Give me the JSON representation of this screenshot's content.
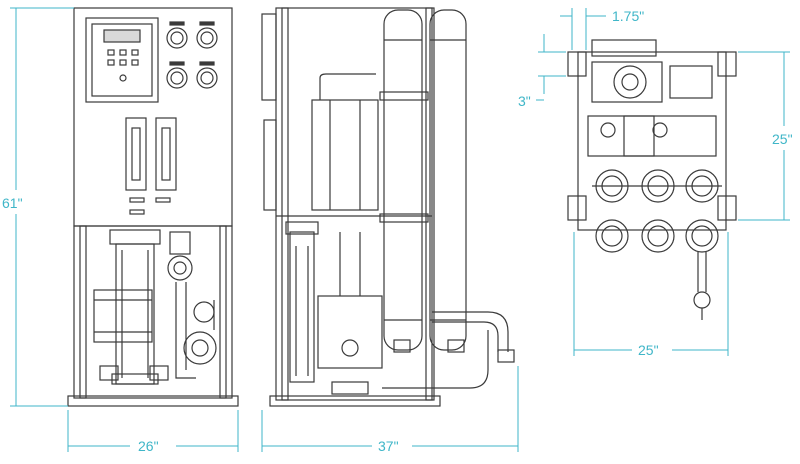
{
  "drawing": {
    "line_color": "#3a3a3a",
    "dimension_color": "#3fb6c8"
  },
  "views": {
    "front": {
      "height_label": "61\"",
      "width_label": "26\""
    },
    "side": {
      "width_label": "37\""
    },
    "top": {
      "offset_label": "1.75\"",
      "small_label": "3\"",
      "depth_label": "25\"",
      "width_label": "25\""
    }
  }
}
